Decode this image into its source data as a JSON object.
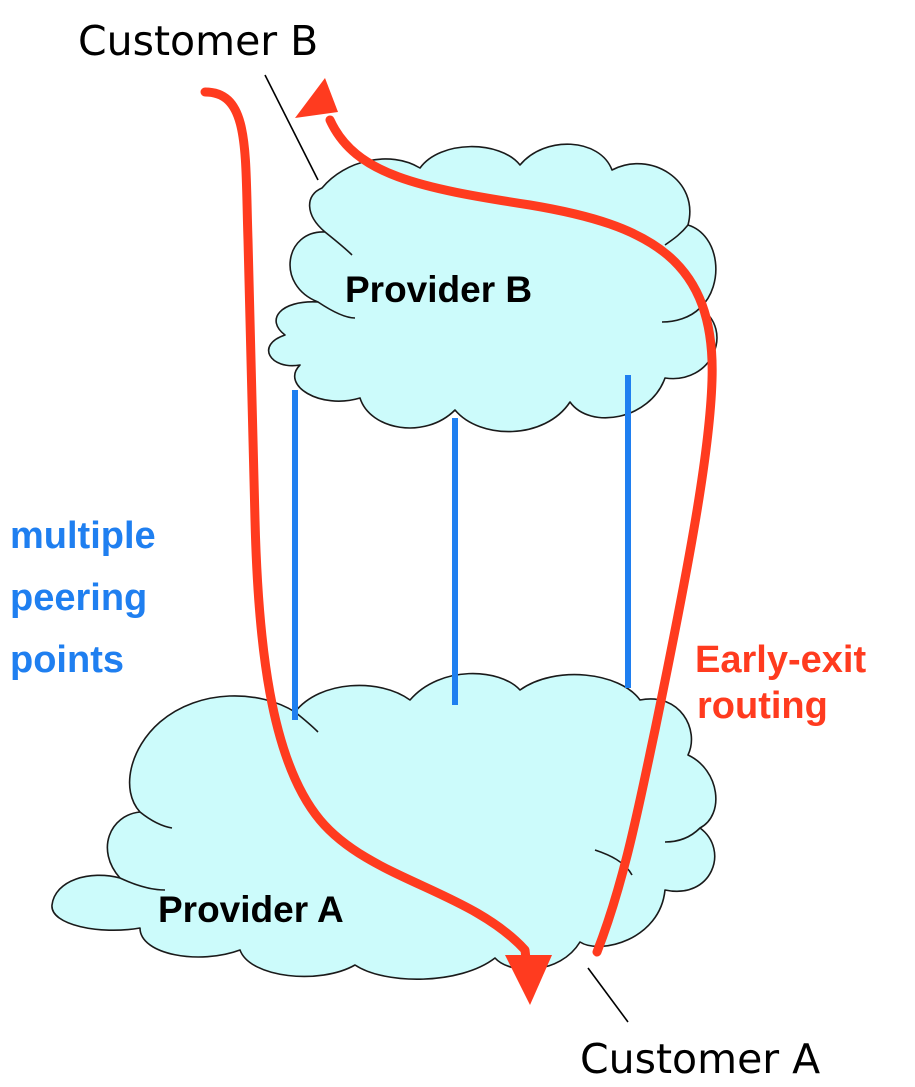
{
  "labels": {
    "customer_b": "Customer B",
    "customer_a": "Customer A",
    "provider_b": "Provider B",
    "provider_a": "Provider A",
    "peering_line1": "multiple",
    "peering_line2": "peering",
    "peering_line3": "points",
    "early_exit_line1": "Early-exit",
    "early_exit_line2": "routing"
  },
  "colors": {
    "cloud_fill": "#ccfbfb",
    "peering": "#1f7ff0",
    "route": "#ff3b1f",
    "outline": "#1a1a1a"
  }
}
